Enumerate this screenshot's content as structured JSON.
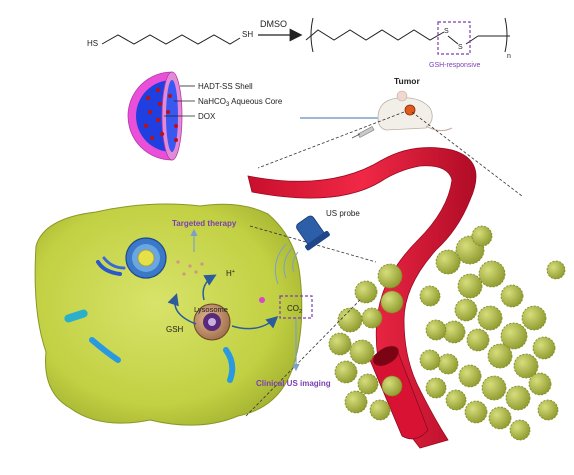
{
  "reaction": {
    "reagent_left": "HS",
    "reagent_right": "SH",
    "solvent": "DMSO",
    "s1": "S",
    "s2": "S",
    "subscript": "n",
    "gsh_responsive": "GSH-responsive"
  },
  "nanoparticle": {
    "shell": "HADT-SS Shell",
    "core_prefix": "NaHCO",
    "core_sub": "3",
    "core_suffix": " Aqueous Core",
    "drug": "DOX"
  },
  "tumor_label": "Tumor",
  "us_probe_label": "US probe",
  "cell": {
    "targeted_therapy": "Targeted therapy",
    "h_plus": "H",
    "h_plus_sup": "+",
    "gsh": "GSH",
    "lysosome": "Lysosome",
    "co2": "CO",
    "co2_sub": "2",
    "imaging": "Clinical US imaging"
  },
  "colors": {
    "purple_accent": "#7a3fb0",
    "vessel_red": "#e8163a",
    "cell_yellow": "#c9d649",
    "tumor_cluster": "#b8c24a",
    "shell_pink": "#e94fd8",
    "core_blue": "#1f3fe0"
  }
}
